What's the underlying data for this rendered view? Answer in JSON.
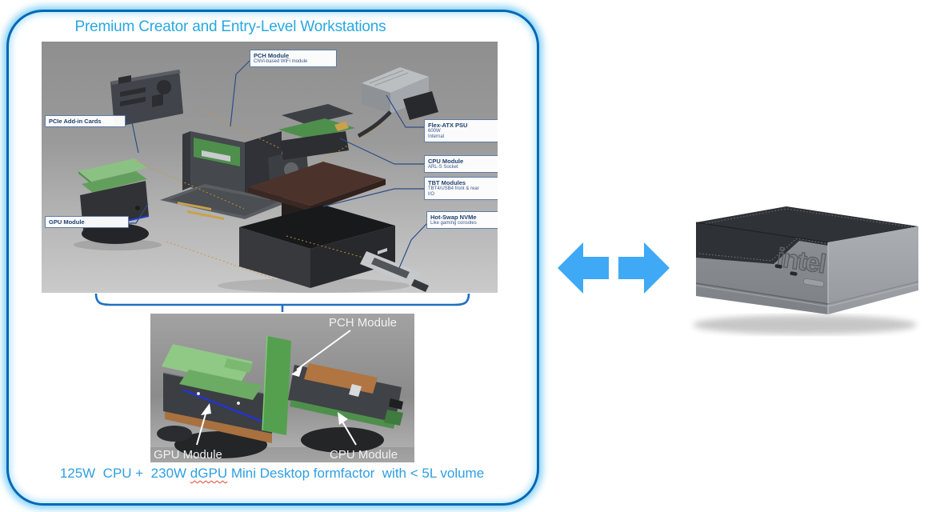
{
  "slide": {
    "title": "Premium Creator and Entry-Level Workstations",
    "caption": {
      "before": "125W  CPU +  230W ",
      "misspelled": "dGPU",
      "after": " Mini Desktop formfactor  with < 5L volume"
    }
  },
  "exploded_view": {
    "labels": {
      "pch": {
        "title": "PCH Module",
        "sub1": "CNVi-based WiFi module"
      },
      "pcie": {
        "title": "PCIe Add-in Cards"
      },
      "gpu": {
        "title": "GPU Module"
      },
      "psu": {
        "title": "Flex-ATX PSU",
        "sub1": "600W",
        "sub2": "Internal"
      },
      "cpu": {
        "title": "CPU Module",
        "sub1": "ARL-S Socket"
      },
      "tbt": {
        "title": "TBT Modules",
        "sub1": "TBT4/USB4 front & rear",
        "sub2": "I/O"
      },
      "nvme": {
        "title": "Hot-Swap NVMe",
        "sub1": "Like gaming consoles"
      }
    }
  },
  "closeup": {
    "pch_label": "PCH Module",
    "gpu_label": "GPU Module",
    "cpu_label": "CPU Module"
  },
  "product": {
    "brand_logo": "intel"
  },
  "colors": {
    "panel_border": "#0068b5",
    "panel_glow": "#8ed8f8",
    "title_text": "#29a8e0",
    "caption_text": "#2e9fe2",
    "arrow_blue": "#3fa9f5",
    "brace_blue": "#1f70c1",
    "callout_text": "#20416e",
    "leader_line": "#2d4e86",
    "dotted_line_orange": "#cf9434"
  }
}
